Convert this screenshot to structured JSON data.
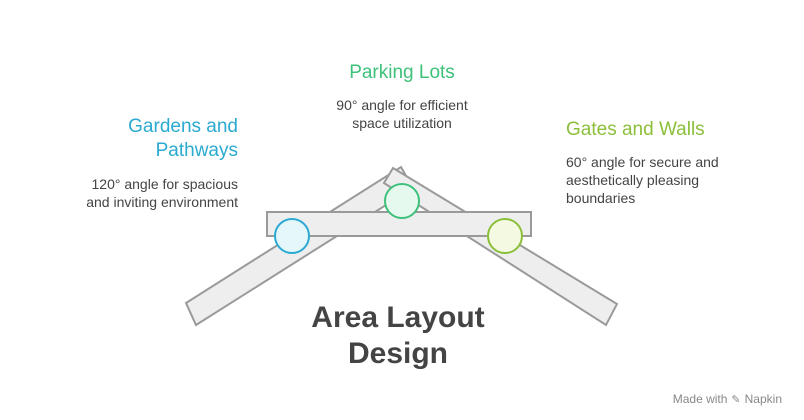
{
  "colors": {
    "gardens": "#2aaad0",
    "parking": "#3ec17a",
    "gates": "#8cbf3a",
    "beam_fill": "#eeeeee",
    "beam_stroke": "#9a9a9a",
    "gardens_fill": "#e6f7fb",
    "parking_fill": "#e6f9ef",
    "gates_fill": "#f4fae2"
  },
  "items": {
    "gardens": {
      "title": "Gardens and\nPathways",
      "desc": "120° angle for spacious\nand inviting environment"
    },
    "parking": {
      "title": "Parking Lots",
      "desc": "90° angle for efficient\nspace utilization"
    },
    "gates": {
      "title": "Gates and Walls",
      "desc": "60° angle for secure and\naesthetically pleasing\nboundaries"
    }
  },
  "center_title": "Area Layout\nDesign",
  "footer": {
    "made_with": "Made with",
    "brand": "Napkin"
  }
}
